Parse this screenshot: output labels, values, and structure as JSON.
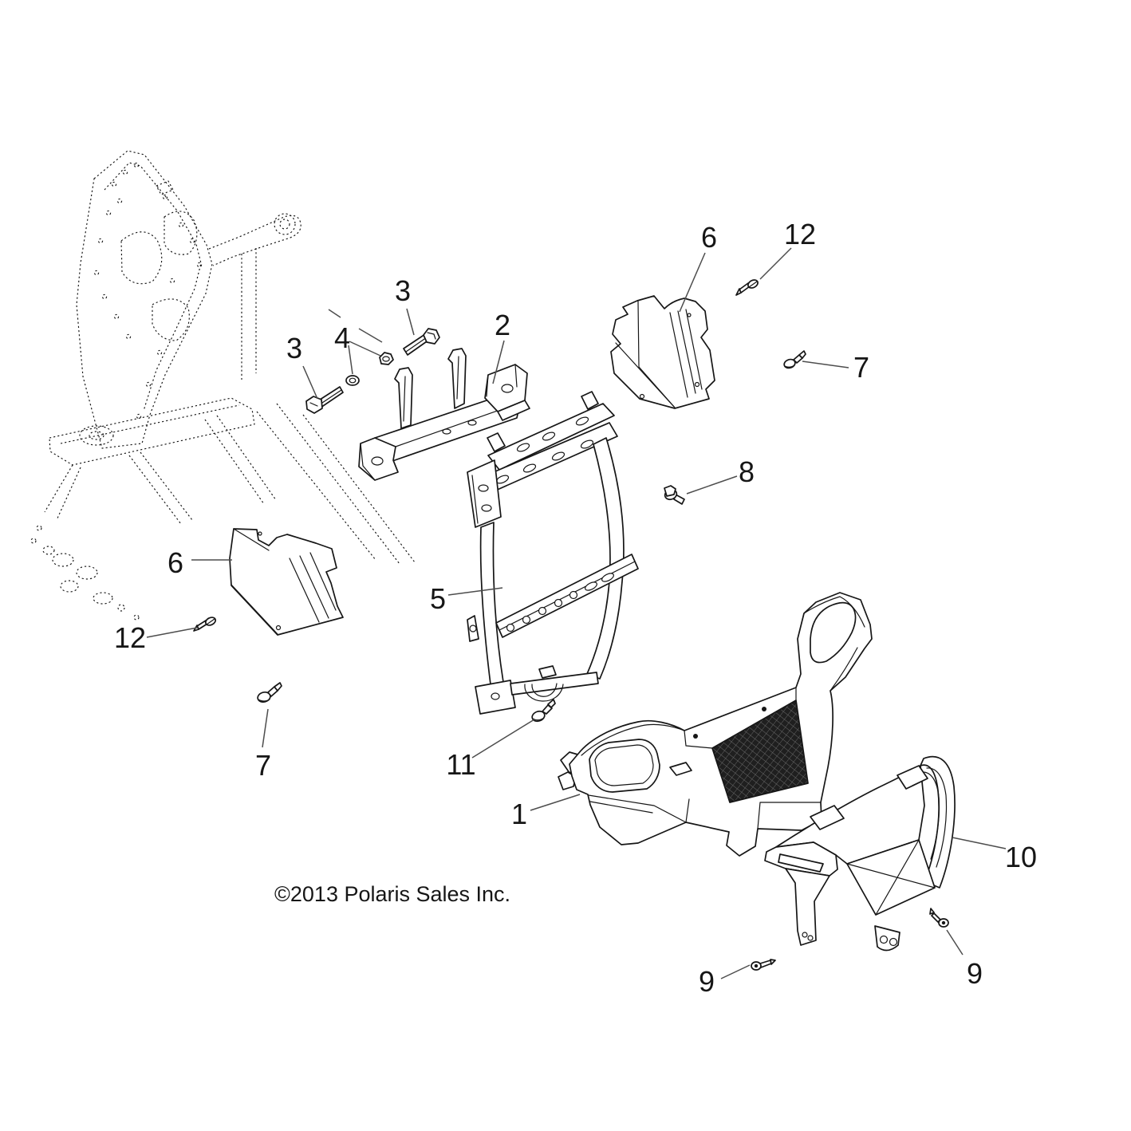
{
  "diagram": {
    "copyright": "©2013 Polaris Sales Inc.",
    "callouts": {
      "n1": {
        "label": "1"
      },
      "n2": {
        "label": "2"
      },
      "n3a": {
        "label": "3"
      },
      "n3b": {
        "label": "3"
      },
      "n4": {
        "label": "4"
      },
      "n5": {
        "label": "5"
      },
      "n6a": {
        "label": "6"
      },
      "n6b": {
        "label": "6"
      },
      "n7a": {
        "label": "7"
      },
      "n7b": {
        "label": "7"
      },
      "n8": {
        "label": "8"
      },
      "n9a": {
        "label": "9"
      },
      "n9b": {
        "label": "9"
      },
      "n10": {
        "label": "10"
      },
      "n11": {
        "label": "11"
      },
      "n12a": {
        "label": "12"
      },
      "n12b": {
        "label": "12"
      }
    }
  },
  "colors": {
    "background": "#ffffff",
    "line": "#161616",
    "leader": "#4d4d4d",
    "mesh_dark": "#1f1f1f",
    "mesh_light": "#6a6a6a"
  }
}
